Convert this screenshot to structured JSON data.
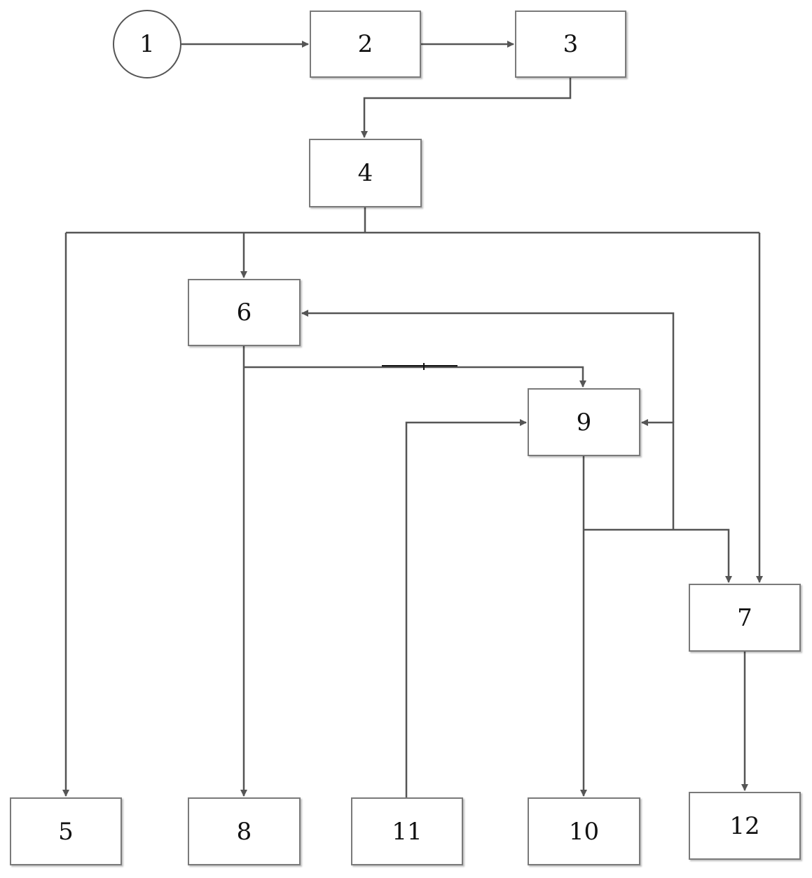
{
  "diagram": {
    "nodes": [
      {
        "id": "n1",
        "label": "1",
        "shape": "circle"
      },
      {
        "id": "n2",
        "label": "2",
        "shape": "box"
      },
      {
        "id": "n3",
        "label": "3",
        "shape": "box"
      },
      {
        "id": "n4",
        "label": "4",
        "shape": "box"
      },
      {
        "id": "n5",
        "label": "5",
        "shape": "box"
      },
      {
        "id": "n6",
        "label": "6",
        "shape": "box"
      },
      {
        "id": "n7",
        "label": "7",
        "shape": "box"
      },
      {
        "id": "n8",
        "label": "8",
        "shape": "box"
      },
      {
        "id": "n9",
        "label": "9",
        "shape": "box"
      },
      {
        "id": "n10",
        "label": "10",
        "shape": "box"
      },
      {
        "id": "n11",
        "label": "11",
        "shape": "box"
      },
      {
        "id": "n12",
        "label": "12",
        "shape": "box"
      }
    ],
    "edges": [
      {
        "from": "1",
        "to": "2"
      },
      {
        "from": "2",
        "to": "3"
      },
      {
        "from": "3",
        "to": "4"
      },
      {
        "from": "4",
        "to": "5"
      },
      {
        "from": "4",
        "to": "6"
      },
      {
        "from": "4",
        "to": "7"
      },
      {
        "from": "6",
        "to": "8"
      },
      {
        "from": "6",
        "to": "9"
      },
      {
        "from": "9",
        "to": "10"
      },
      {
        "from": "9",
        "to": "7"
      },
      {
        "from": "9",
        "to": "9"
      },
      {
        "from": "9",
        "to": "6"
      },
      {
        "from": "11",
        "to": "9"
      },
      {
        "from": "7",
        "to": "12"
      }
    ],
    "colors": {
      "line": "#555555",
      "box_border": "#7a7a7a",
      "text": "#111111"
    }
  }
}
